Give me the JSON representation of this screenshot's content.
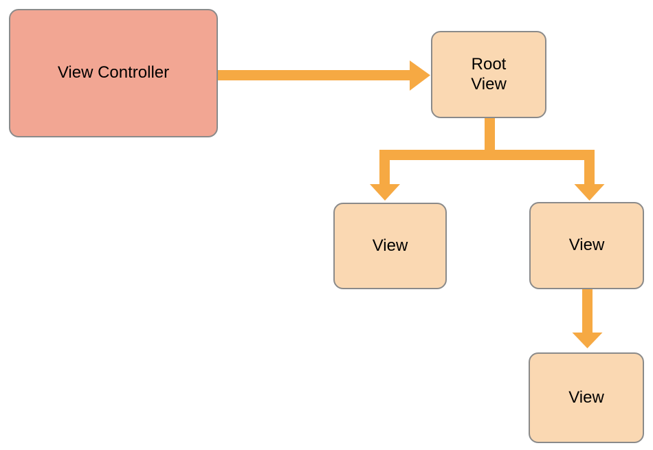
{
  "diagram": {
    "type": "flowchart",
    "background": "#FFFFFF",
    "nodes": [
      {
        "id": "view-controller",
        "label": "View Controller",
        "kind": "controller"
      },
      {
        "id": "root-view",
        "label": "Root\nView",
        "kind": "view"
      },
      {
        "id": "view-left",
        "label": "View",
        "kind": "view"
      },
      {
        "id": "view-right",
        "label": "View",
        "kind": "view"
      },
      {
        "id": "view-bottom",
        "label": "View",
        "kind": "view"
      }
    ],
    "edges": [
      {
        "from": "view-controller",
        "to": "root-view"
      },
      {
        "from": "root-view",
        "to": "view-left"
      },
      {
        "from": "root-view",
        "to": "view-right"
      },
      {
        "from": "view-right",
        "to": "view-bottom"
      }
    ],
    "colors": {
      "controller_fill": "#F2A693",
      "view_fill": "#FAD8B2",
      "arrow": "#F6A943",
      "node_border": "#8A8A8A",
      "label_text": "#000000"
    }
  }
}
